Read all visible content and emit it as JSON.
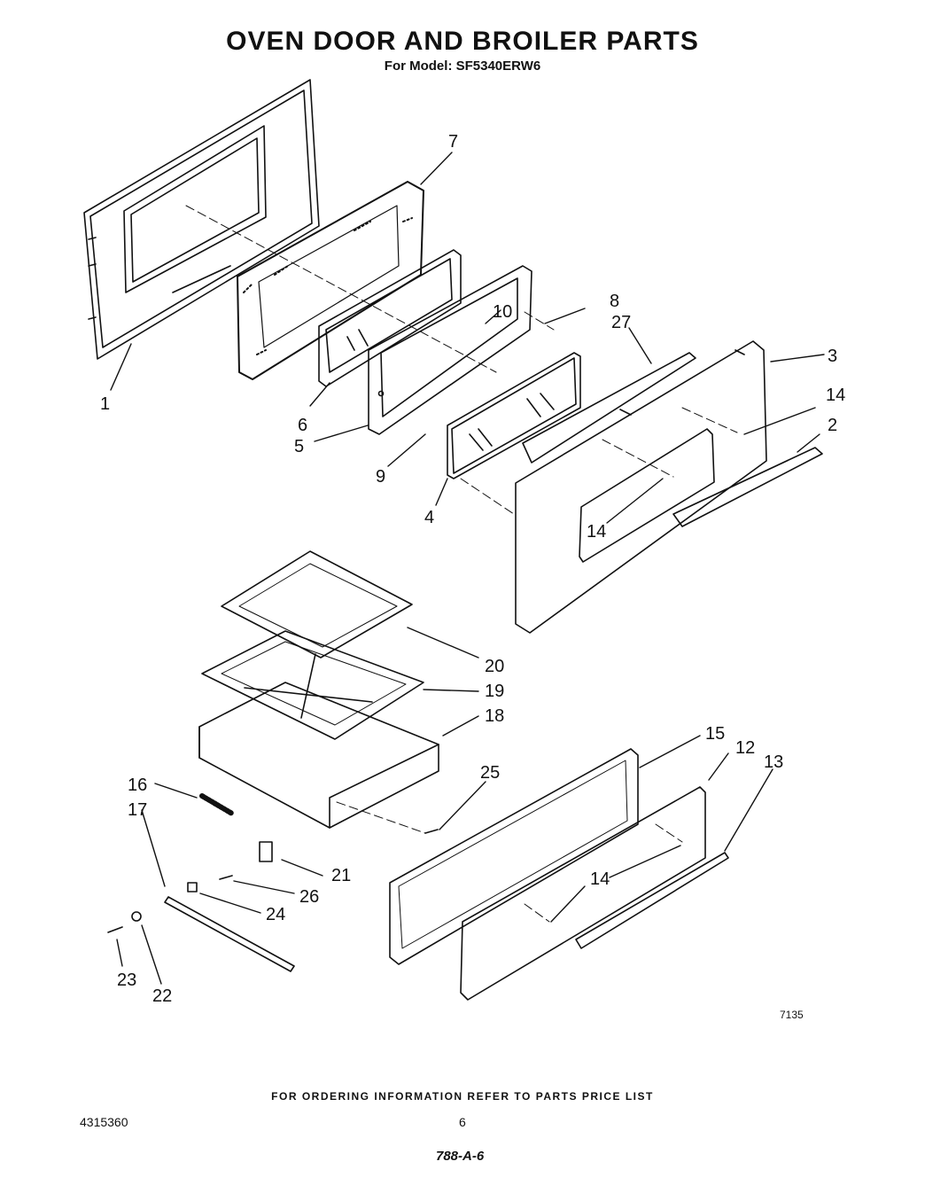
{
  "header": {
    "title": "OVEN DOOR AND BROILER PARTS",
    "subtitle": "For Model: SF5340ERW6"
  },
  "callouts": [
    "1",
    "2",
    "3",
    "4",
    "5",
    "6",
    "7",
    "8",
    "9",
    "10",
    "27",
    "14",
    "14",
    "20",
    "19",
    "18",
    "16",
    "17",
    "25",
    "21",
    "26",
    "24",
    "23",
    "22",
    "15",
    "12",
    "13",
    "14"
  ],
  "footer": {
    "ordering": "FOR ORDERING INFORMATION REFER TO PARTS PRICE LIST",
    "doc_number": "4315360",
    "page_number": "6",
    "handwritten": "788-A-6",
    "drawing_code": "7135"
  }
}
